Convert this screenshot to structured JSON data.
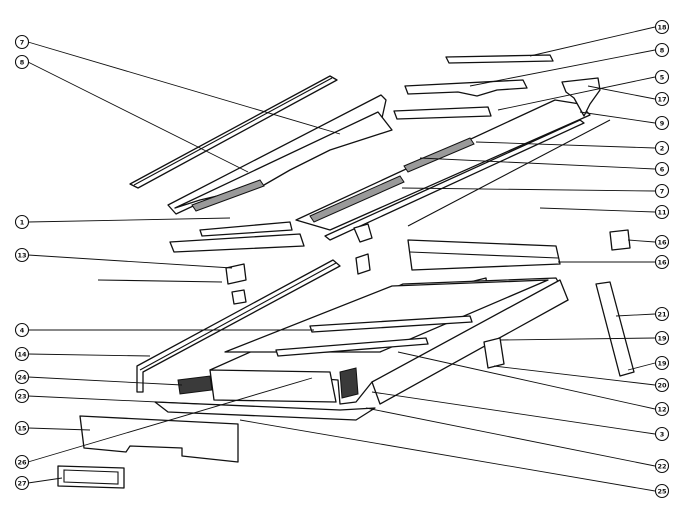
{
  "callouts": {
    "left": [
      "7",
      "8",
      "1",
      "13",
      "4",
      "14",
      "24",
      "23",
      "15",
      "26",
      "27"
    ],
    "right": [
      "18",
      "8",
      "5",
      "17",
      "9",
      "2",
      "6",
      "7",
      "11",
      "16",
      "16",
      "21",
      "19",
      "19",
      "20",
      "12",
      "3",
      "22",
      "25"
    ]
  }
}
